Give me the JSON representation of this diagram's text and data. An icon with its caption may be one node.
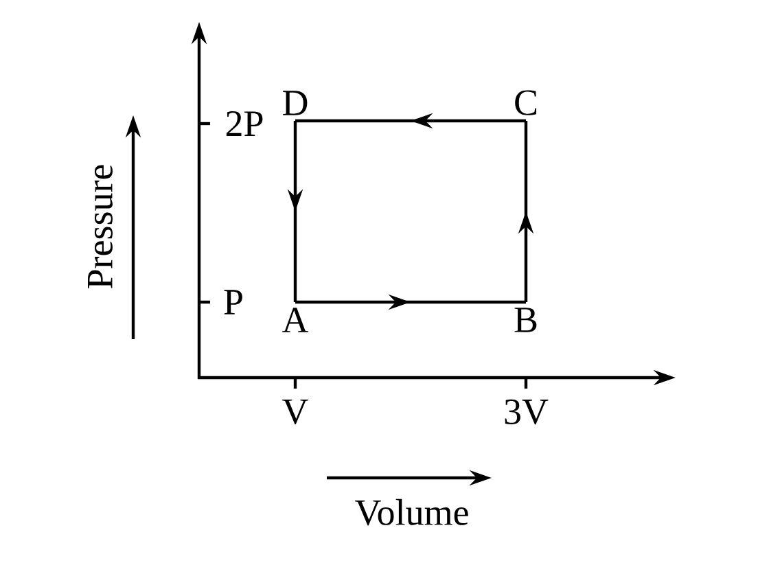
{
  "diagram": {
    "nodes": [
      {
        "text": [
          "A"
        ]
      },
      {
        "text": [
          "B"
        ]
      },
      {
        "text": [
          "C"
        ]
      },
      {
        "text": [
          "D"
        ]
      }
    ],
    "edges": [
      {
        "from": 0,
        "to": 1,
        "arrow": "to"
      },
      {
        "from": 1,
        "to": 2,
        "arrow": "to"
      },
      {
        "from": 2,
        "to": 3,
        "arrow": "to"
      },
      {
        "from": 3,
        "to": 0,
        "arrow": "to"
      }
    ],
    "labels": [
      "2P",
      "P",
      "V",
      "3V",
      "Pressure",
      "Volume"
    ]
  }
}
